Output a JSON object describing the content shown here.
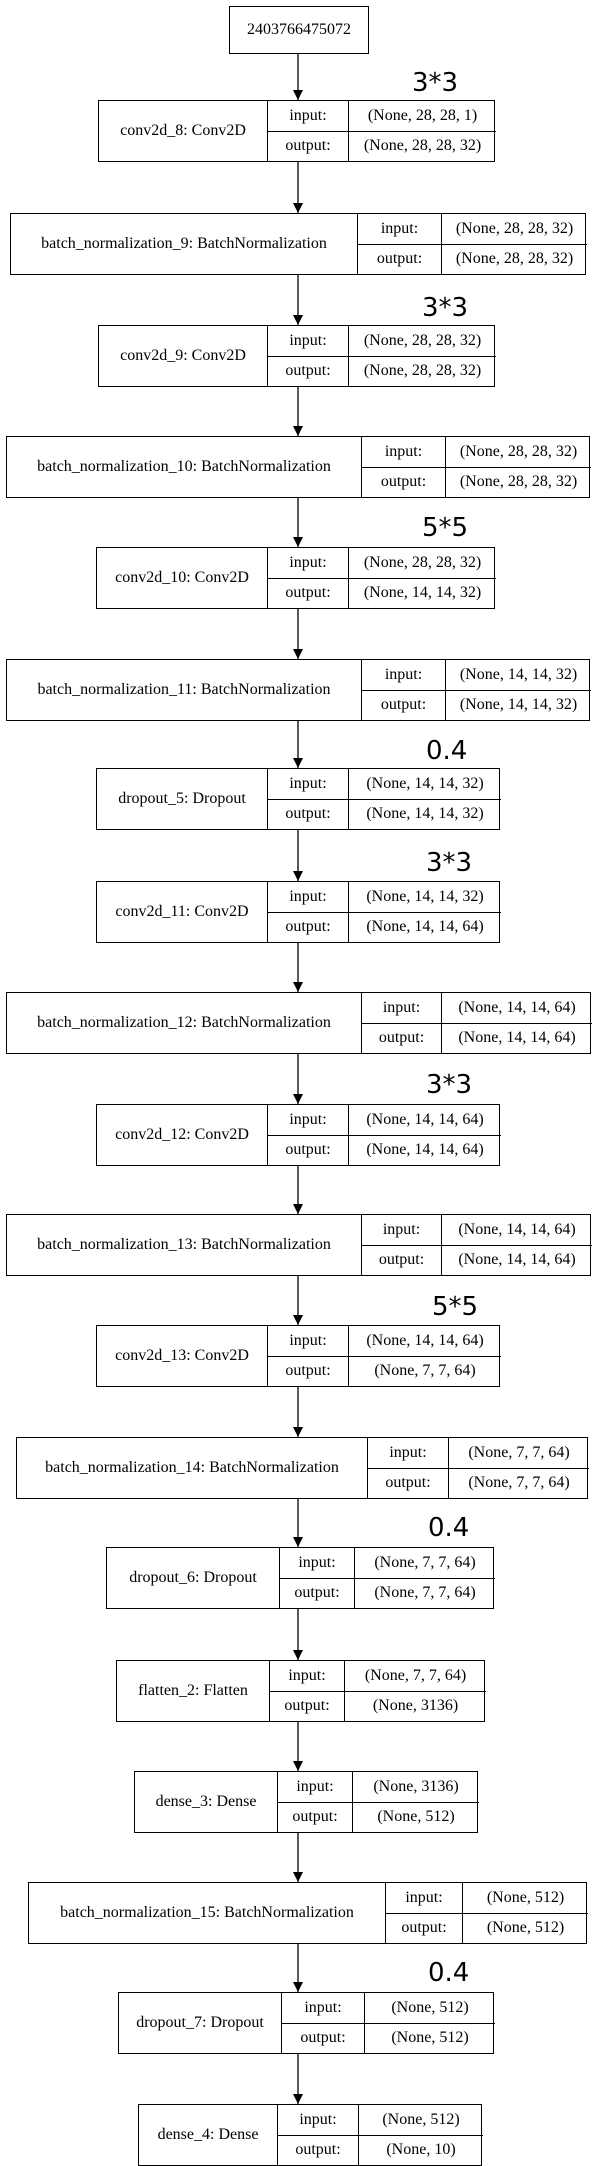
{
  "root_id": "2403766475072",
  "labels": {
    "input": "input:",
    "output": "output:"
  },
  "layers": [
    {
      "name": "conv2d_8: Conv2D",
      "input": "(None, 28, 28, 1)",
      "output": "(None, 28, 28, 32)",
      "note": "3*3"
    },
    {
      "name": "batch_normalization_9: BatchNormalization",
      "input": "(None, 28, 28, 32)",
      "output": "(None, 28, 28, 32)",
      "note": ""
    },
    {
      "name": "conv2d_9: Conv2D",
      "input": "(None, 28, 28, 32)",
      "output": "(None, 28, 28, 32)",
      "note": "3*3"
    },
    {
      "name": "batch_normalization_10: BatchNormalization",
      "input": "(None, 28, 28, 32)",
      "output": "(None, 28, 28, 32)",
      "note": ""
    },
    {
      "name": "conv2d_10: Conv2D",
      "input": "(None, 28, 28, 32)",
      "output": "(None, 14, 14, 32)",
      "note": "5*5"
    },
    {
      "name": "batch_normalization_11: BatchNormalization",
      "input": "(None, 14, 14, 32)",
      "output": "(None, 14, 14, 32)",
      "note": ""
    },
    {
      "name": "dropout_5: Dropout",
      "input": "(None, 14, 14, 32)",
      "output": "(None, 14, 14, 32)",
      "note": "0.4"
    },
    {
      "name": "conv2d_11: Conv2D",
      "input": "(None, 14, 14, 32)",
      "output": "(None, 14, 14, 64)",
      "note": "3*3"
    },
    {
      "name": "batch_normalization_12: BatchNormalization",
      "input": "(None, 14, 14, 64)",
      "output": "(None, 14, 14, 64)",
      "note": ""
    },
    {
      "name": "conv2d_12: Conv2D",
      "input": "(None, 14, 14, 64)",
      "output": "(None, 14, 14, 64)",
      "note": "3*3"
    },
    {
      "name": "batch_normalization_13: BatchNormalization",
      "input": "(None, 14, 14, 64)",
      "output": "(None, 14, 14, 64)",
      "note": ""
    },
    {
      "name": "conv2d_13: Conv2D",
      "input": "(None, 14, 14, 64)",
      "output": "(None, 7, 7, 64)",
      "note": "5*5"
    },
    {
      "name": "batch_normalization_14: BatchNormalization",
      "input": "(None, 7, 7, 64)",
      "output": "(None, 7, 7, 64)",
      "note": ""
    },
    {
      "name": "dropout_6: Dropout",
      "input": "(None, 7, 7, 64)",
      "output": "(None, 7, 7, 64)",
      "note": "0.4"
    },
    {
      "name": "flatten_2: Flatten",
      "input": "(None, 7, 7, 64)",
      "output": "(None, 3136)",
      "note": ""
    },
    {
      "name": "dense_3: Dense",
      "input": "(None, 3136)",
      "output": "(None, 512)",
      "note": ""
    },
    {
      "name": "batch_normalization_15: BatchNormalization",
      "input": "(None, 512)",
      "output": "(None, 512)",
      "note": ""
    },
    {
      "name": "dropout_7: Dropout",
      "input": "(None, 512)",
      "output": "(None, 512)",
      "note": "0.4"
    },
    {
      "name": "dense_4: Dense",
      "input": "(None, 512)",
      "output": "(None, 10)",
      "note": ""
    }
  ]
}
